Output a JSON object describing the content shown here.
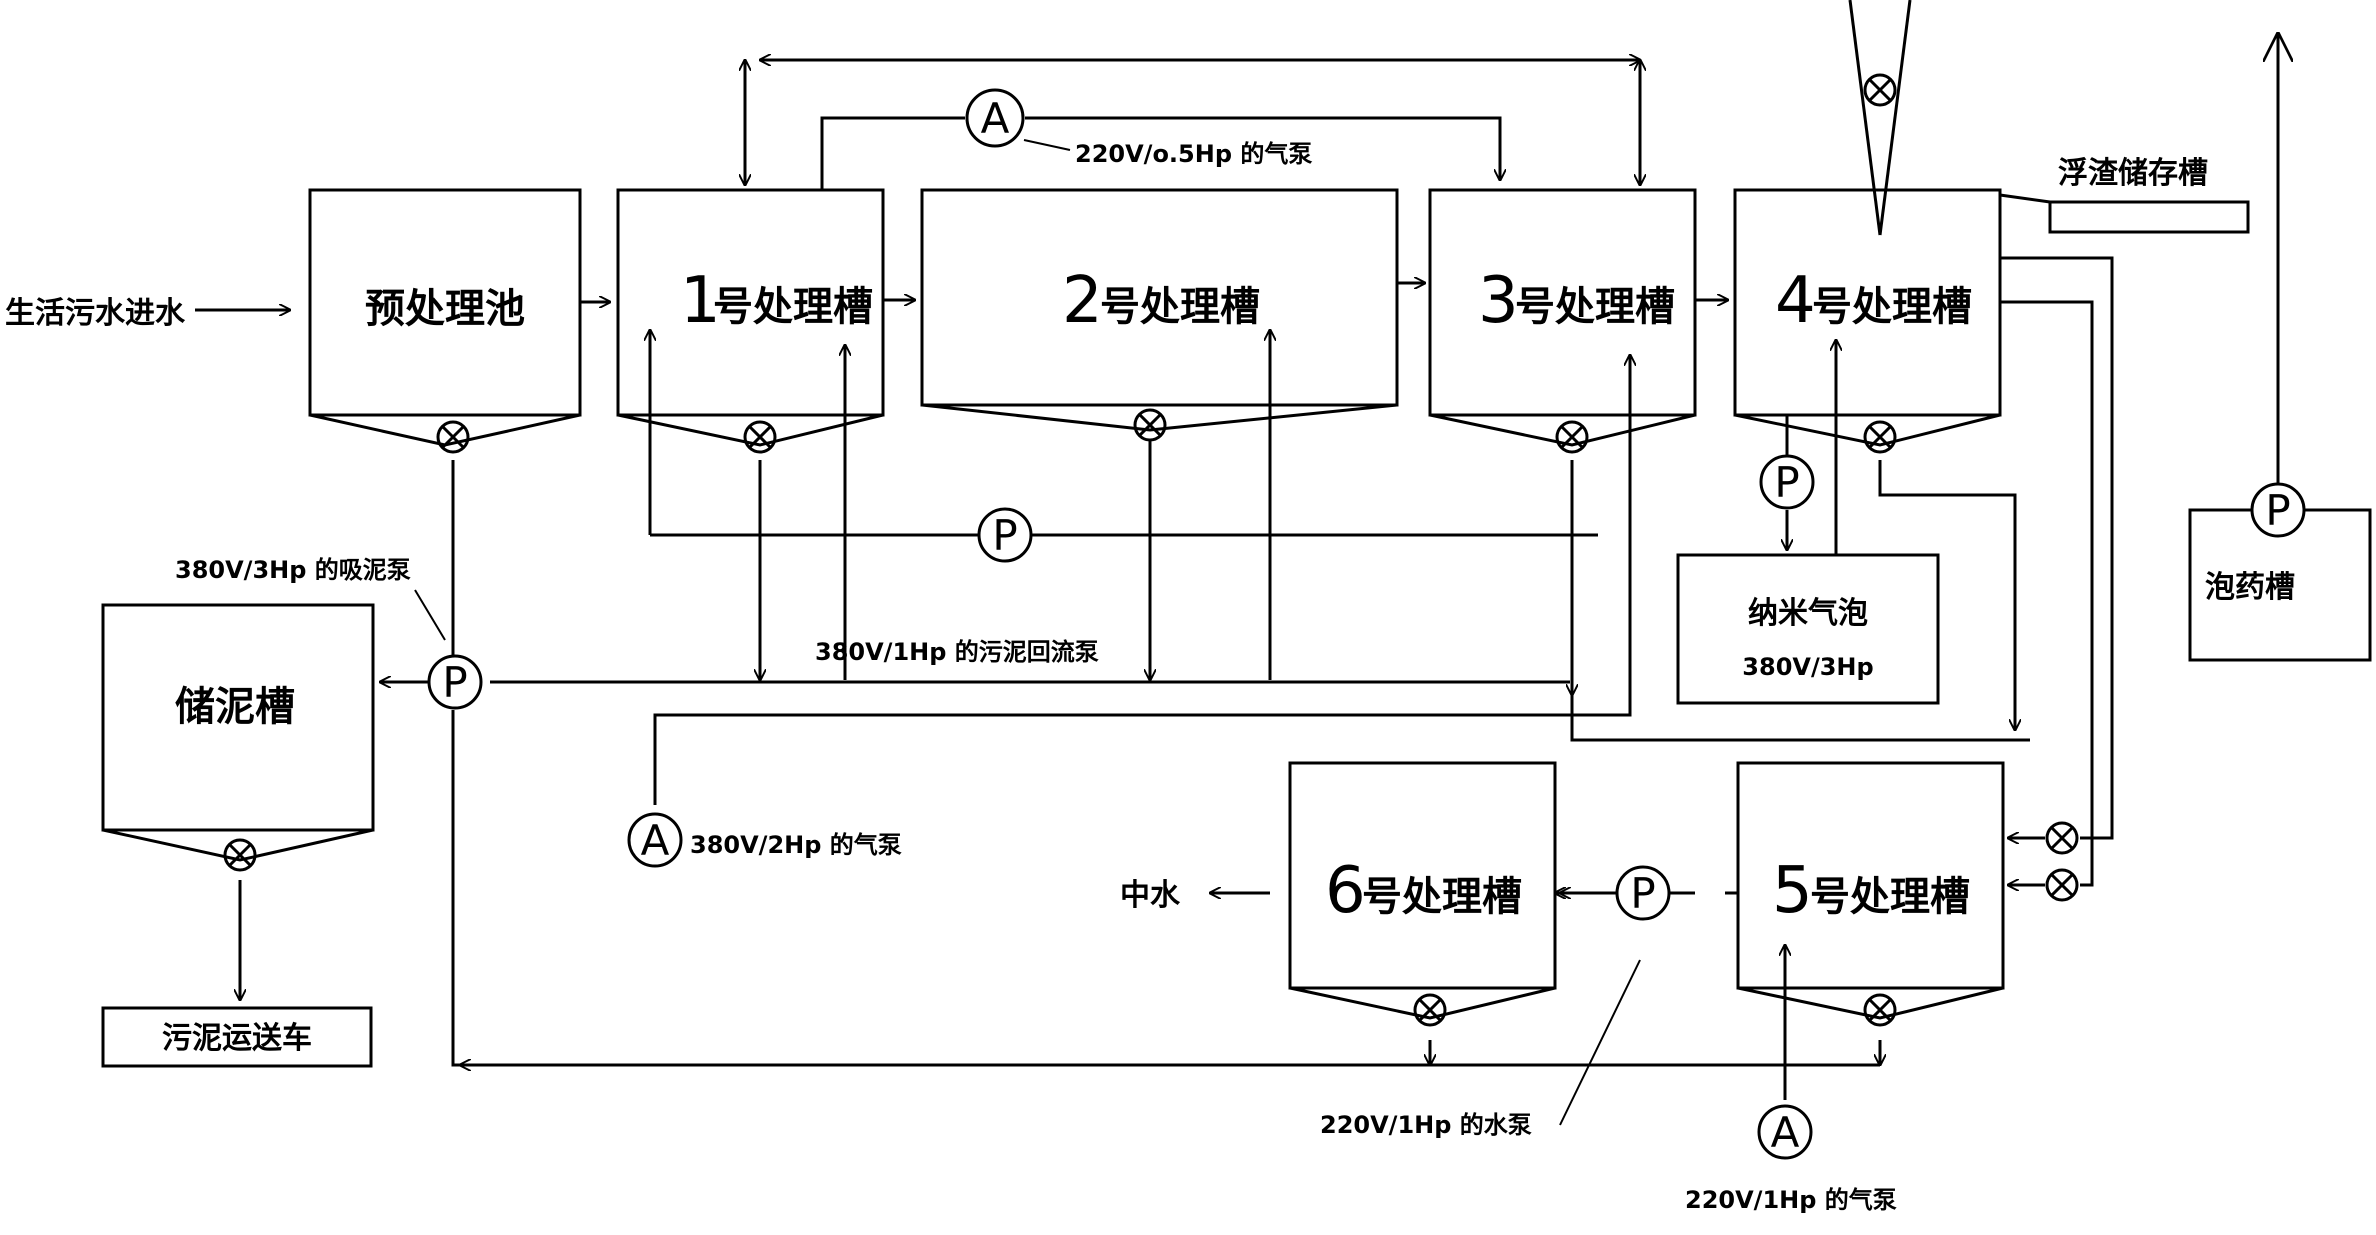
{
  "inlet_label": "生活污水进水",
  "tanks": {
    "pre": "预处理池",
    "t1": {
      "num": "1",
      "name": "号处理槽"
    },
    "t2": {
      "num": "2",
      "name": "号处理槽"
    },
    "t3": {
      "num": "3",
      "name": "号处理槽"
    },
    "t4": {
      "num": "4",
      "name": "号处理槽"
    },
    "t5": {
      "num": "5",
      "name": "号处理槽"
    },
    "t6": {
      "num": "6",
      "name": "号处理槽"
    },
    "sludge_store": "储泥槽",
    "scum_store": "浮渣储存槽",
    "foam_tank": "泡药槽",
    "nano": "纳米气泡",
    "nano_spec": "380V/3Hp",
    "truck": "污泥运送车"
  },
  "outlet_label": "中水",
  "pumps": {
    "air_top": "220V/o.5Hp 的气泵",
    "sludge_suction": "380V/3Hp 的吸泥泵",
    "sludge_return": "380V/1Hp 的污泥回流泵",
    "air_mid": "380V/2Hp 的气泵",
    "water": "220V/1Hp 的水泵",
    "air_bottom": "220V/1Hp 的气泵"
  },
  "symbols": {
    "air": "A",
    "pump": "P"
  }
}
